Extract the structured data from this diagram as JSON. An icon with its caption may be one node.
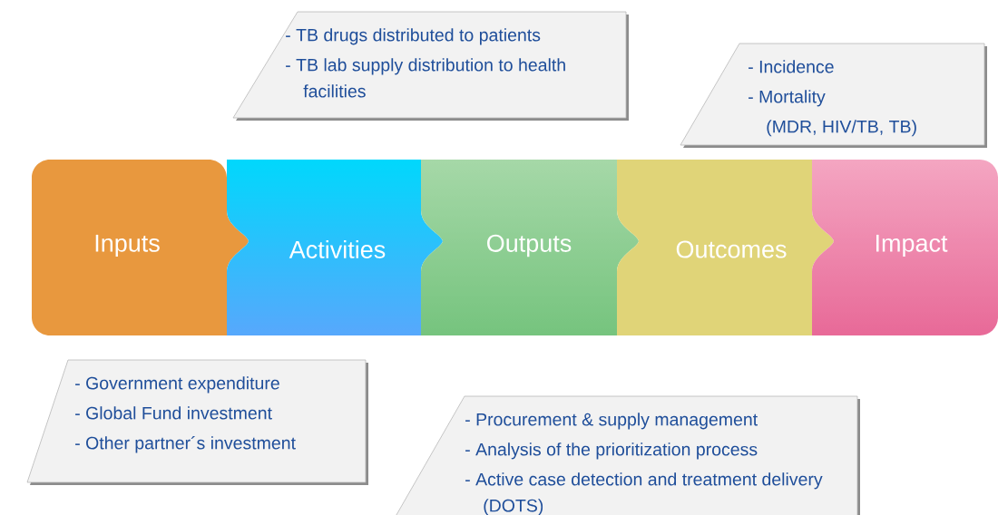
{
  "diagram": {
    "nodes": [
      {
        "text": [
          "- TB drugs distributed to patients",
          "- TB lab supply distribution to health facilities"
        ]
      },
      {
        "text": [
          "- Incidence",
          "- Mortality",
          "(MDR, HIV/TB, TB)"
        ]
      },
      {
        "text": [
          "Inputs"
        ]
      },
      {
        "text": [
          "Activities"
        ]
      },
      {
        "text": [
          "Outputs"
        ]
      },
      {
        "text": [
          "Outcomes"
        ]
      },
      {
        "text": [
          "Impact"
        ]
      },
      {
        "text": [
          "- Government expenditure",
          "- Global Fund investment",
          "- Other partner´s investment"
        ]
      },
      {
        "text": [
          "- Procurement & supply management",
          "- Analysis of the prioritization process",
          "- Active case detection and treatment delivery (DOTS)"
        ]
      }
    ]
  }
}
